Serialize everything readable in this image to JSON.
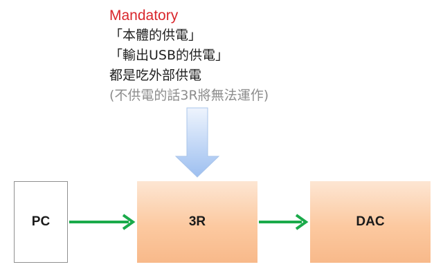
{
  "note": {
    "line1": "Mandatory",
    "line2": "「本體的供電」",
    "line3": "「輸出USB的供電」",
    "line4": "都是吃外部供電",
    "line5": "(不供電的話3R將無法運作)"
  },
  "boxes": {
    "pc": "PC",
    "r3": "3R",
    "dac": "DAC"
  },
  "colors": {
    "mandatory_red": "#d9262c",
    "arrow_green": "#1aaa4a",
    "down_arrow_blue": "#aac8f2",
    "box_orange": "#fcc9a0",
    "grey_text": "#8c8c8c"
  }
}
